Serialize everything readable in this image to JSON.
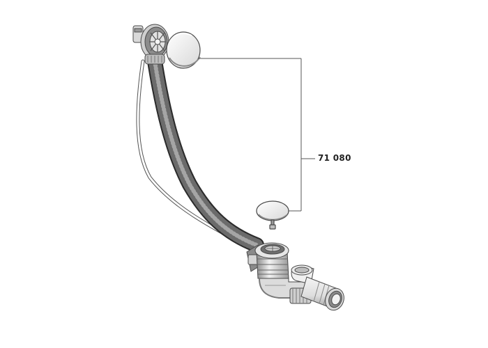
{
  "callout": {
    "part_number": "71 080"
  },
  "colors": {
    "line": "#4a4a4a",
    "hose_dark": "#3a3a3a",
    "hose_mid": "#6e6e6e",
    "hose_light": "#bdbdbd",
    "metal_light": "#e6e6e6",
    "metal_mid": "#9a9a9a"
  },
  "icons": [
    "bath-overflow-cover",
    "pop-up-plug",
    "drain-waste-assembly"
  ]
}
